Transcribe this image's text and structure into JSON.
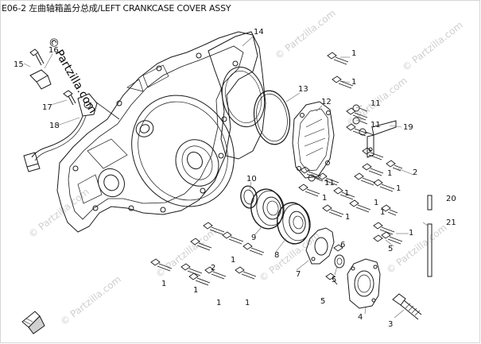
{
  "title": "E06-2 左曲轴箱盖分总成/LEFT CRANKCASE COVER ASSY",
  "watermark": "© Partzilla.com",
  "callouts": [
    "1",
    "2",
    "3",
    "4",
    "5",
    "6",
    "7",
    "8",
    "9",
    "10",
    "11",
    "12",
    "13",
    "14",
    "15",
    "16",
    "17",
    "18",
    "19",
    "20",
    "21"
  ],
  "colors": {
    "line": "#1a1a1a",
    "leader": "#666666",
    "watermark_faint": "#cfcfcf",
    "background": "#ffffff"
  }
}
